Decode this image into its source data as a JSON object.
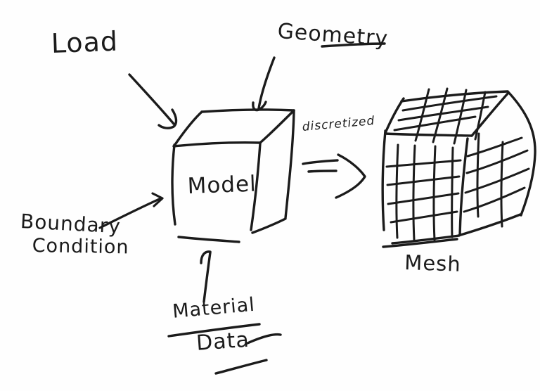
{
  "background_color": "#fefefe",
  "ink_color": "#1b1b1b",
  "labels": {
    "load": "Load",
    "geometry": "Geometry",
    "boundary_line1": "Boundary",
    "boundary_line2": "Condition",
    "material_line1": "Material",
    "material_line2": "Data",
    "model": "Model",
    "process": "discretized",
    "mesh": "Mesh"
  },
  "diagram": {
    "type": "hand-drawn flowchart sketch",
    "nodes": [
      {
        "id": "load",
        "label": "Load",
        "role": "input"
      },
      {
        "id": "geometry",
        "label": "Geometry",
        "role": "input"
      },
      {
        "id": "boundary-condition",
        "label": "Boundary Condition",
        "role": "input"
      },
      {
        "id": "material-data",
        "label": "Material Data",
        "role": "input",
        "underlined": true
      },
      {
        "id": "model",
        "label": "Model",
        "shape": "cube"
      },
      {
        "id": "mesh",
        "label": "Mesh",
        "shape": "cube-with-grid"
      }
    ],
    "edges": [
      {
        "from": "load",
        "to": "model",
        "style": "line-arrow-hooked"
      },
      {
        "from": "geometry",
        "to": "model",
        "style": "curved-arrow-hooked"
      },
      {
        "from": "boundary-condition",
        "to": "model",
        "style": "line-arrow"
      },
      {
        "from": "material-data",
        "to": "model",
        "style": "line-arrow-hooked"
      },
      {
        "from": "model",
        "to": "mesh",
        "label": "discretized",
        "style": "hollow-block-arrow"
      }
    ]
  }
}
